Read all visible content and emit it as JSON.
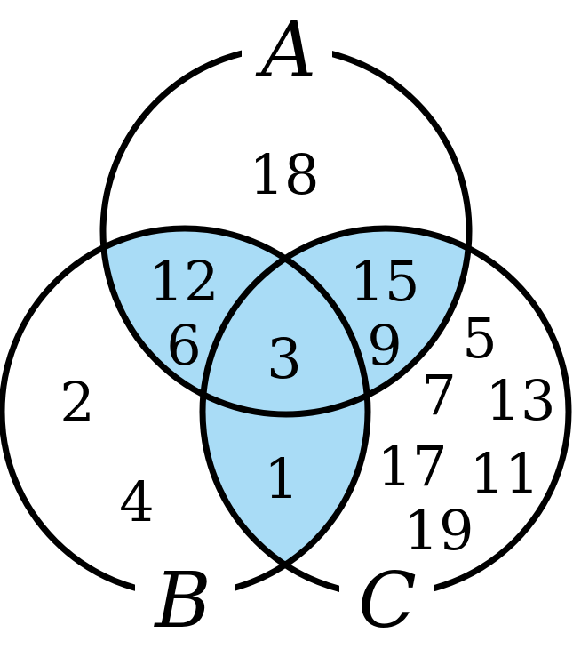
{
  "colors": {
    "shade": "#a9dcf6",
    "stroke": "#000000",
    "background": "#ffffff"
  },
  "sets": {
    "a": "A",
    "b": "B",
    "c": "C"
  },
  "shaded_regions": [
    "A∩B",
    "A∩C",
    "B∩C",
    "A∩B∩C"
  ],
  "regions": {
    "a_only": [
      "18"
    ],
    "b_only": [
      "2",
      "4"
    ],
    "c_only": [
      "5",
      "7",
      "13",
      "17",
      "11",
      "19"
    ],
    "a_b_only": [
      "12",
      "6"
    ],
    "a_c_only": [
      "15",
      "9"
    ],
    "b_c_only": [
      "1"
    ],
    "a_b_c": [
      "3"
    ]
  }
}
